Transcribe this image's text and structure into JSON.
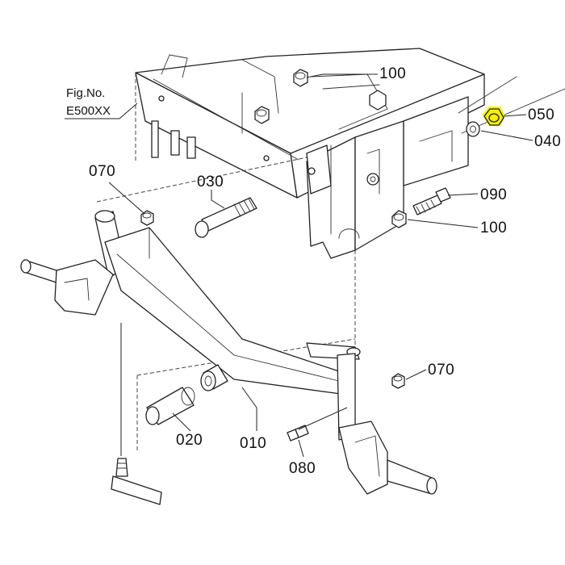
{
  "figure": {
    "label_line1": "Fig.No.",
    "label_line2": "E500XX"
  },
  "parts": {
    "p100_top": "100",
    "p050": "050",
    "p040": "040",
    "p070_left": "070",
    "p030": "030",
    "p090": "090",
    "p100_mid": "100",
    "p070_right": "070",
    "p020": "020",
    "p010": "010",
    "p080": "080"
  },
  "highlight": {
    "part": "050",
    "color": "#f5f000"
  }
}
